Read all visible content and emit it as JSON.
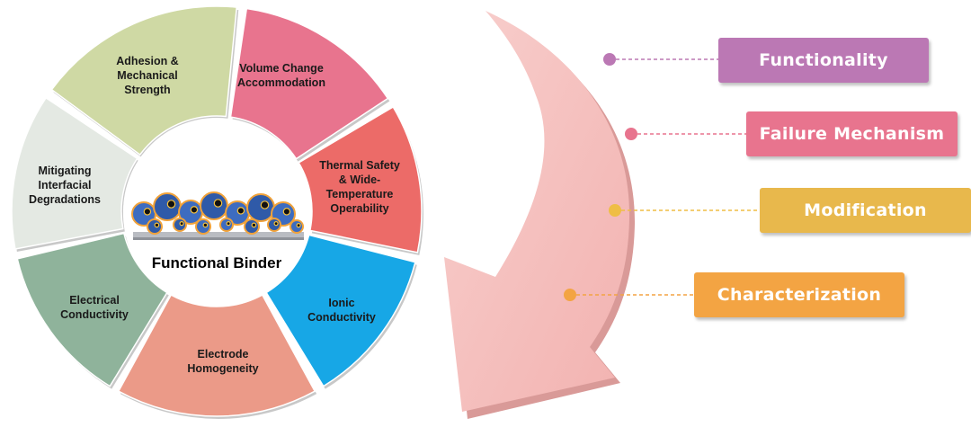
{
  "wheel": {
    "center_label": "Functional Binder",
    "segments": [
      {
        "lines": [
          "Volume Change",
          "Accommodation"
        ],
        "color": "#e8748e"
      },
      {
        "lines": [
          "Thermal Safety",
          "& Wide-",
          "Temperature",
          "Operability"
        ],
        "color": "#ec6b68"
      },
      {
        "lines": [
          "Ionic",
          "Conductivity"
        ],
        "color": "#17a7e6"
      },
      {
        "lines": [
          "Electrode",
          "Homogeneity"
        ],
        "color": "#eb9a88"
      },
      {
        "lines": [
          "Electrical",
          "Conductivity"
        ],
        "color": "#8fb39b"
      },
      {
        "lines": [
          "Mitigating",
          "Interfacial",
          "Degradations"
        ],
        "color": "#e4e9e3"
      },
      {
        "lines": [
          "Adhesion &",
          "Mechanical",
          "Strength"
        ],
        "color": "#cfd9a4"
      }
    ]
  },
  "legend": [
    {
      "label": "Functionality",
      "color": "#bb78b4",
      "dot": "#bb78b4"
    },
    {
      "label": "Failure Mechanism",
      "color": "#e8748e",
      "dot": "#e8748e"
    },
    {
      "label": "Modification",
      "color": "#e8b84c",
      "dot": "#efbe45"
    },
    {
      "label": "Characterization",
      "color": "#f3a443",
      "dot": "#f3a443"
    }
  ],
  "arrow": {
    "color": "#f4b9b7"
  }
}
